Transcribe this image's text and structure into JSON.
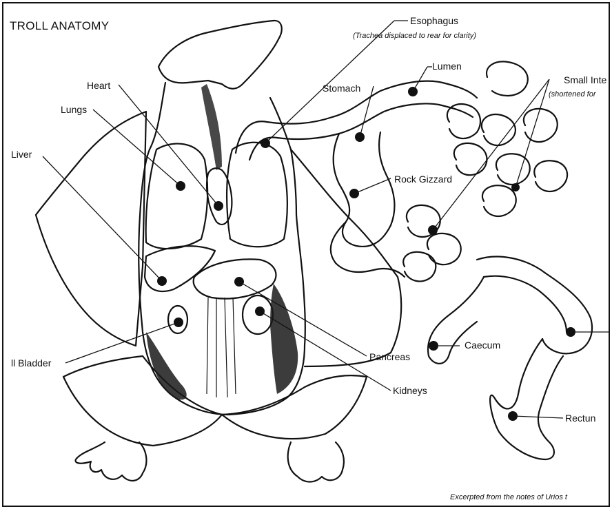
{
  "title": "TROLL ANATOMY",
  "labels": {
    "esophagus": "Esophagus",
    "esophagus_note": "(Trachea displaced to rear for clarity)",
    "lumen": "Lumen",
    "small_intestine": "Small Inte",
    "small_intestine_note": "(shortened for",
    "stomach": "Stomach",
    "heart": "Heart",
    "lungs": "Lungs",
    "liver": "Liver",
    "rock_gizzard": "Rock Gizzard",
    "gall_bladder": "ll Bladder",
    "pancreas": "Pancreas",
    "caecum": "Caecum",
    "kidneys": "Kidneys",
    "rectum": "Rectun"
  },
  "footer": "Excerpted from the notes of Urios t",
  "colors": {
    "ink": "#111111",
    "paper": "#ffffff"
  }
}
